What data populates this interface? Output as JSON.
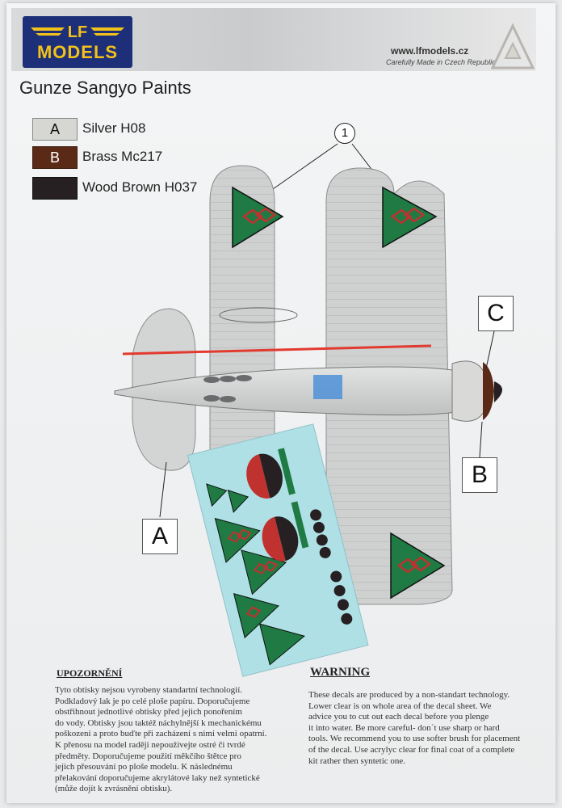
{
  "brand": {
    "logo_text": "MODELS",
    "website": "www.lfmodels.cz",
    "tagline": "Carefully Made in Czech Republic"
  },
  "title": "Gunze Sangyo Paints",
  "paints": [
    {
      "code": "A",
      "label": "Silver H08",
      "color": "#d6d6d3"
    },
    {
      "code": "B",
      "label": "Brass Mc217",
      "color": "#5b2a17"
    },
    {
      "code": "",
      "label": "Wood Brown H037",
      "color": "#262022"
    }
  ],
  "callouts": {
    "one": "1",
    "a": "A",
    "b": "B",
    "c": "C"
  },
  "colors": {
    "aircraft_silver": "#cfd0d0",
    "roundel_green": "#1f7a44",
    "roundel_red": "#c0322f",
    "decal_sheet": "#aee0e5",
    "canopy_blue": "#4f8fd8",
    "logo_blue": "#1d2f78",
    "logo_gold": "#f2c21a"
  },
  "warning_cz": {
    "heading": "UPOZORNĚNÍ",
    "lines": [
      "Tyto obtisky nejsou vyrobeny standartní technologií.",
      "Podkladový lak je po celé ploše papíru. Doporučujeme",
      "obstřihnout jednotlivé obtisky před jejich ponořením",
      "do vody. Obtisky jsou taktéž náchylnější k mechanickému",
      "poškození a proto buďte při zacházení s nimi velmi opatrní.",
      "K přenosu na model raději nepoužívejte ostré či tvrdé",
      "předměty. Doporučujeme použití měkčího štětce pro",
      "jejich přesouvání po ploše modelu. K následnému",
      "přelakování doporučujeme akrylátové laky než syntetické",
      "(může dojít k zvrásnění obtisku)."
    ]
  },
  "warning_en": {
    "heading": "WARNING",
    "lines": [
      "These decals are produced by a non-standart technology.",
      "Lower clear is on whole area of the decal sheet. We",
      "advice you to cut out each decal before you plenge",
      "it into water. Be more careful- don´t use sharp or hard",
      "tools. We recommend you to use softer brush for placement",
      "of the decal. Use acrylyc clear for final coat of a complete",
      "kit rather then syntetic one."
    ]
  }
}
